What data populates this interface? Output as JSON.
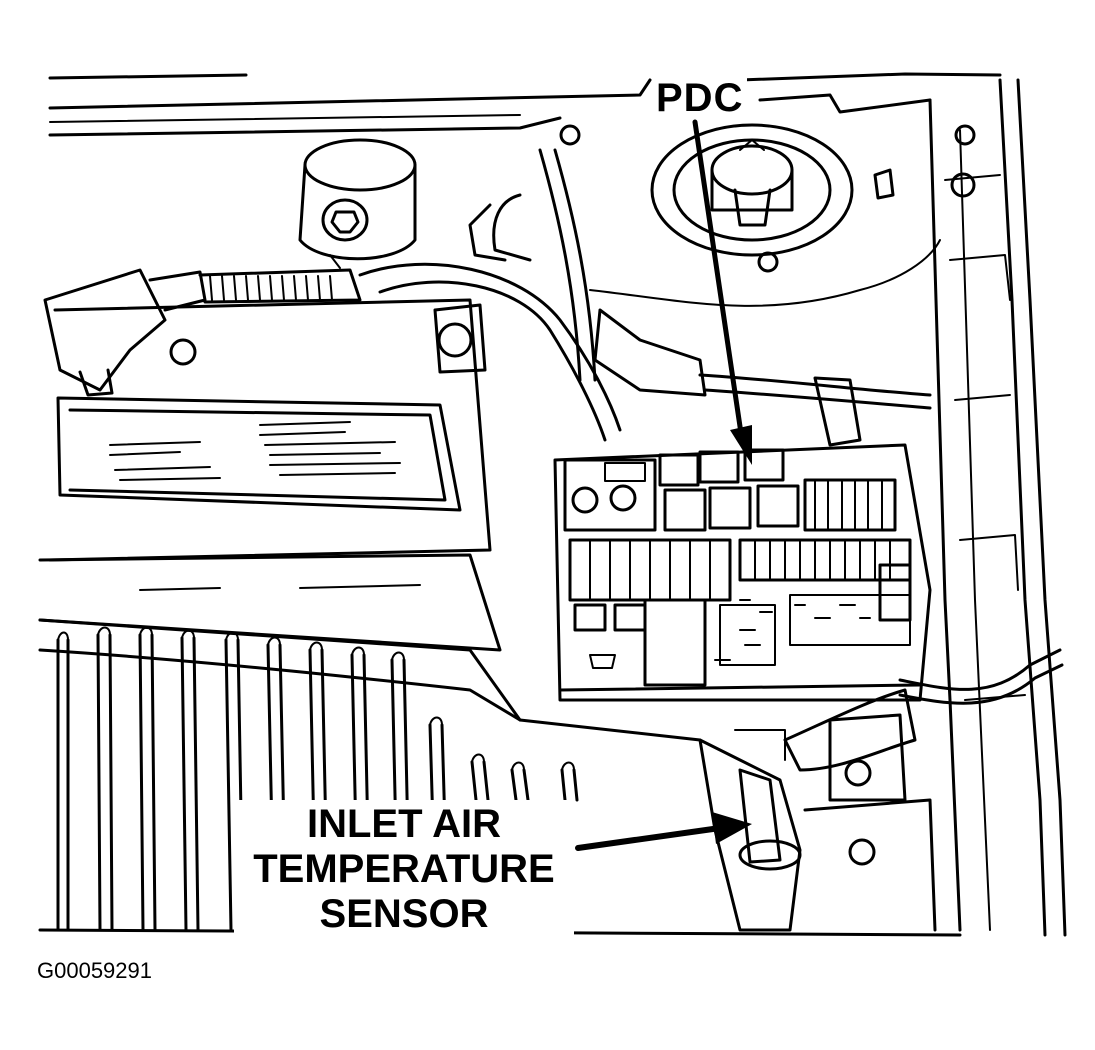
{
  "callouts": {
    "pdc": "PDC",
    "inlet_air_sensor": [
      "INLET AIR",
      "TEMPERATURE",
      "SENSOR"
    ]
  },
  "figure_id": "G00059291",
  "colors": {
    "line": "#000000",
    "background": "#ffffff"
  }
}
